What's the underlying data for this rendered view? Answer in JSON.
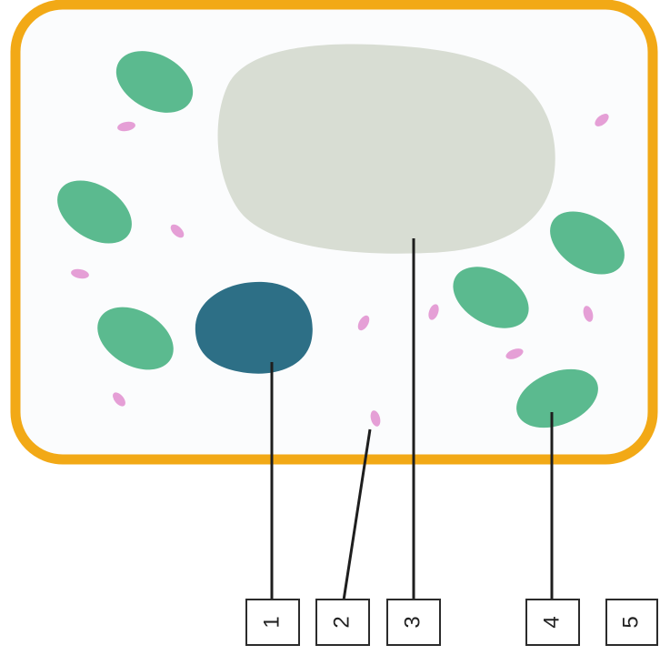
{
  "labels": [
    "1",
    "2",
    "3",
    "4",
    "5"
  ],
  "colors": {
    "cell_wall": "#f2a916",
    "cytoplasm": "#fbfcfd",
    "vacuole": "#d8ddd3",
    "nucleus": "#2d6f86",
    "chloroplast": "#5bba8f",
    "granule": "#e59fd6",
    "leader_line": "#1e1e1e"
  }
}
